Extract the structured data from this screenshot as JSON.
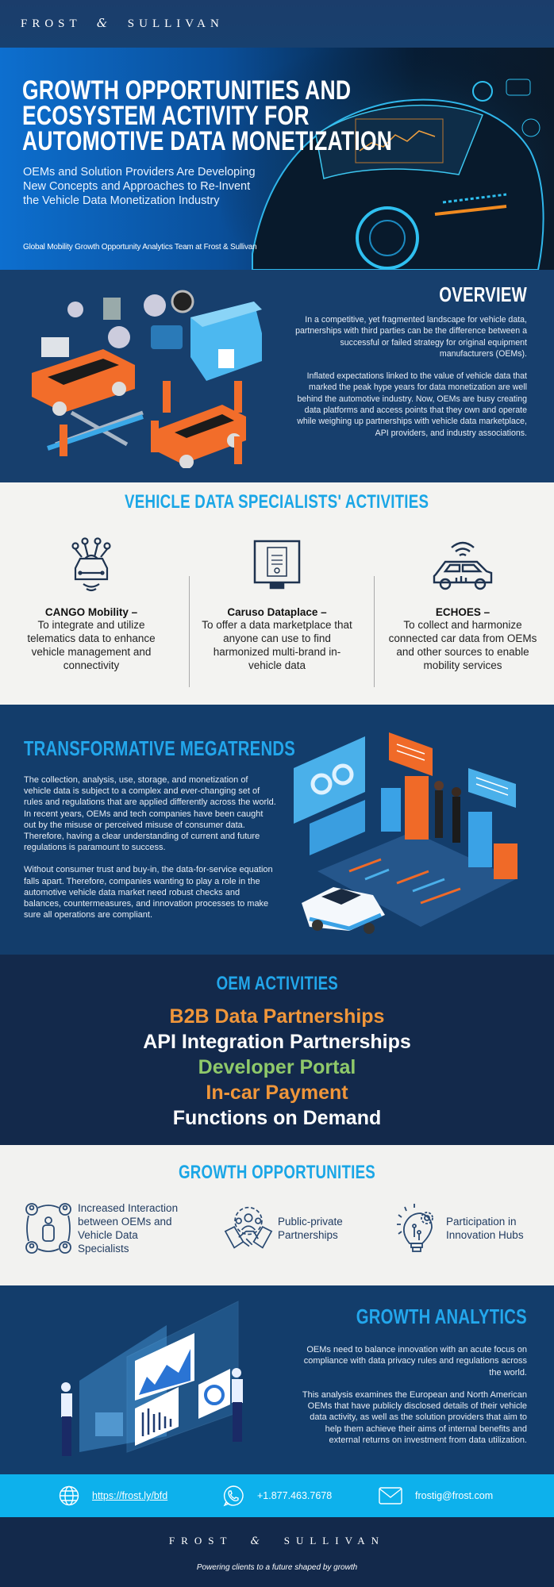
{
  "header": {
    "logo_left": "FROST",
    "logo_amp": "&",
    "logo_right": "SULLIVAN"
  },
  "hero": {
    "title_lines": [
      "GROWTH OPPORTUNITIES AND",
      "ECOSYSTEM ACTIVITY FOR",
      "AUTOMOTIVE DATA MONETIZATION"
    ],
    "subtitle_lines": [
      "OEMs and Solution Providers Are Developing",
      "New Concepts and Approaches to Re-Invent",
      "the Vehicle Data Monetization Industry"
    ],
    "credit": "Global Mobility Growth Opportunity Analytics Team at Frost & Sullivan",
    "image": "futuristic-holographic-car-illustration"
  },
  "overview": {
    "title": "OVERVIEW",
    "paragraphs": [
      "In a competitive, yet fragmented landscape for vehicle data, partnerships with third parties can be the difference between a successful or failed strategy for original equipment manufacturers (OEMs).",
      "Inflated expectations linked to the value of vehicle data that marked the peak hype years for data monetization are well behind the automotive industry. Now, OEMs are busy creating data platforms and access points that they own and operate while weighing up partnerships with vehicle data marketplace, API providers, and industry associations."
    ],
    "image": "isometric-car-workshop-illustration"
  },
  "specialists": {
    "title": "VEHICLE DATA SPECIALISTS' ACTIVITIES",
    "items": [
      {
        "name": "CANGO Mobility –",
        "desc": "To integrate and utilize telematics data to enhance vehicle management and connectivity",
        "icon": "connected-car-circuit-icon"
      },
      {
        "name": "Caruso Dataplace –",
        "desc": "To offer a data marketplace that anyone can use to find harmonized multi-brand in-vehicle data",
        "icon": "monitor-document-icon"
      },
      {
        "name": "ECHOES –",
        "desc": "To collect and harmonize connected car data from OEMs and other sources to enable mobility services",
        "icon": "wifi-car-icon"
      }
    ]
  },
  "megatrends": {
    "title": "TRANSFORMATIVE MEGATRENDS",
    "paragraphs": [
      "The collection, analysis, use, storage, and monetization of vehicle data is subject to a complex and ever-changing set of rules and regulations that are applied differently across the world. In recent years, OEMs and tech companies have been caught out by the misuse or perceived misuse of consumer data. Therefore, having a clear understanding of current and future regulations is paramount to success.",
      "Without consumer trust and buy-in, the data-for-service equation falls apart. Therefore, companies wanting to play a role in the automotive vehicle data market need robust checks and balances, countermeasures, and innovation processes to make sure all operations are compliant."
    ],
    "image": "isometric-data-analytics-car-illustration"
  },
  "oem_activities": {
    "title": "OEM ACTIVITIES",
    "items": [
      {
        "label": "B2B Data Partnerships",
        "color": "#f0963a"
      },
      {
        "label": "API Integration Partnerships",
        "color": "#ffffff"
      },
      {
        "label": "Developer Portal",
        "color": "#8fc96a"
      },
      {
        "label": "In-car Payment",
        "color": "#f0963a"
      },
      {
        "label": "Functions on Demand",
        "color": "#ffffff"
      }
    ]
  },
  "growth_opportunities": {
    "title": "GROWTH OPPORTUNITIES",
    "items": [
      {
        "label": "Increased Interaction between OEMs and Vehicle Data Specialists",
        "icon": "network-people-icon"
      },
      {
        "label": "Public-private Partnerships",
        "icon": "handshake-gear-icon"
      },
      {
        "label": "Participation in Innovation Hubs",
        "icon": "lightbulb-gear-icon"
      }
    ]
  },
  "growth_analytics": {
    "title": "GROWTH ANALYTICS",
    "paragraphs": [
      "OEMs need to balance innovation with an acute focus on compliance with data privacy rules and regulations across the world.",
      "This analysis examines the European and North American OEMs that have publicly disclosed details of their vehicle data activity, as well as the solution providers that aim to help them achieve their aims of internal benefits and external returns on investment from data utilization."
    ],
    "image": "people-with-dashboard-screens-illustration"
  },
  "contact": {
    "url": "https://frost.ly/bfd",
    "phone": "+1.877.463.7678",
    "email": "frostig@frost.com"
  },
  "footer": {
    "logo_left": "FROST",
    "logo_amp": "&",
    "logo_right": "SULLIVAN",
    "tagline": "Powering clients to a future shaped by growth"
  },
  "colors": {
    "navy": "#133d6b",
    "dark_navy": "#13294b",
    "accent_blue": "#1aa6e6",
    "contact_bar": "#0db1ec",
    "orange": "#f0963a",
    "green": "#8fc96a"
  }
}
